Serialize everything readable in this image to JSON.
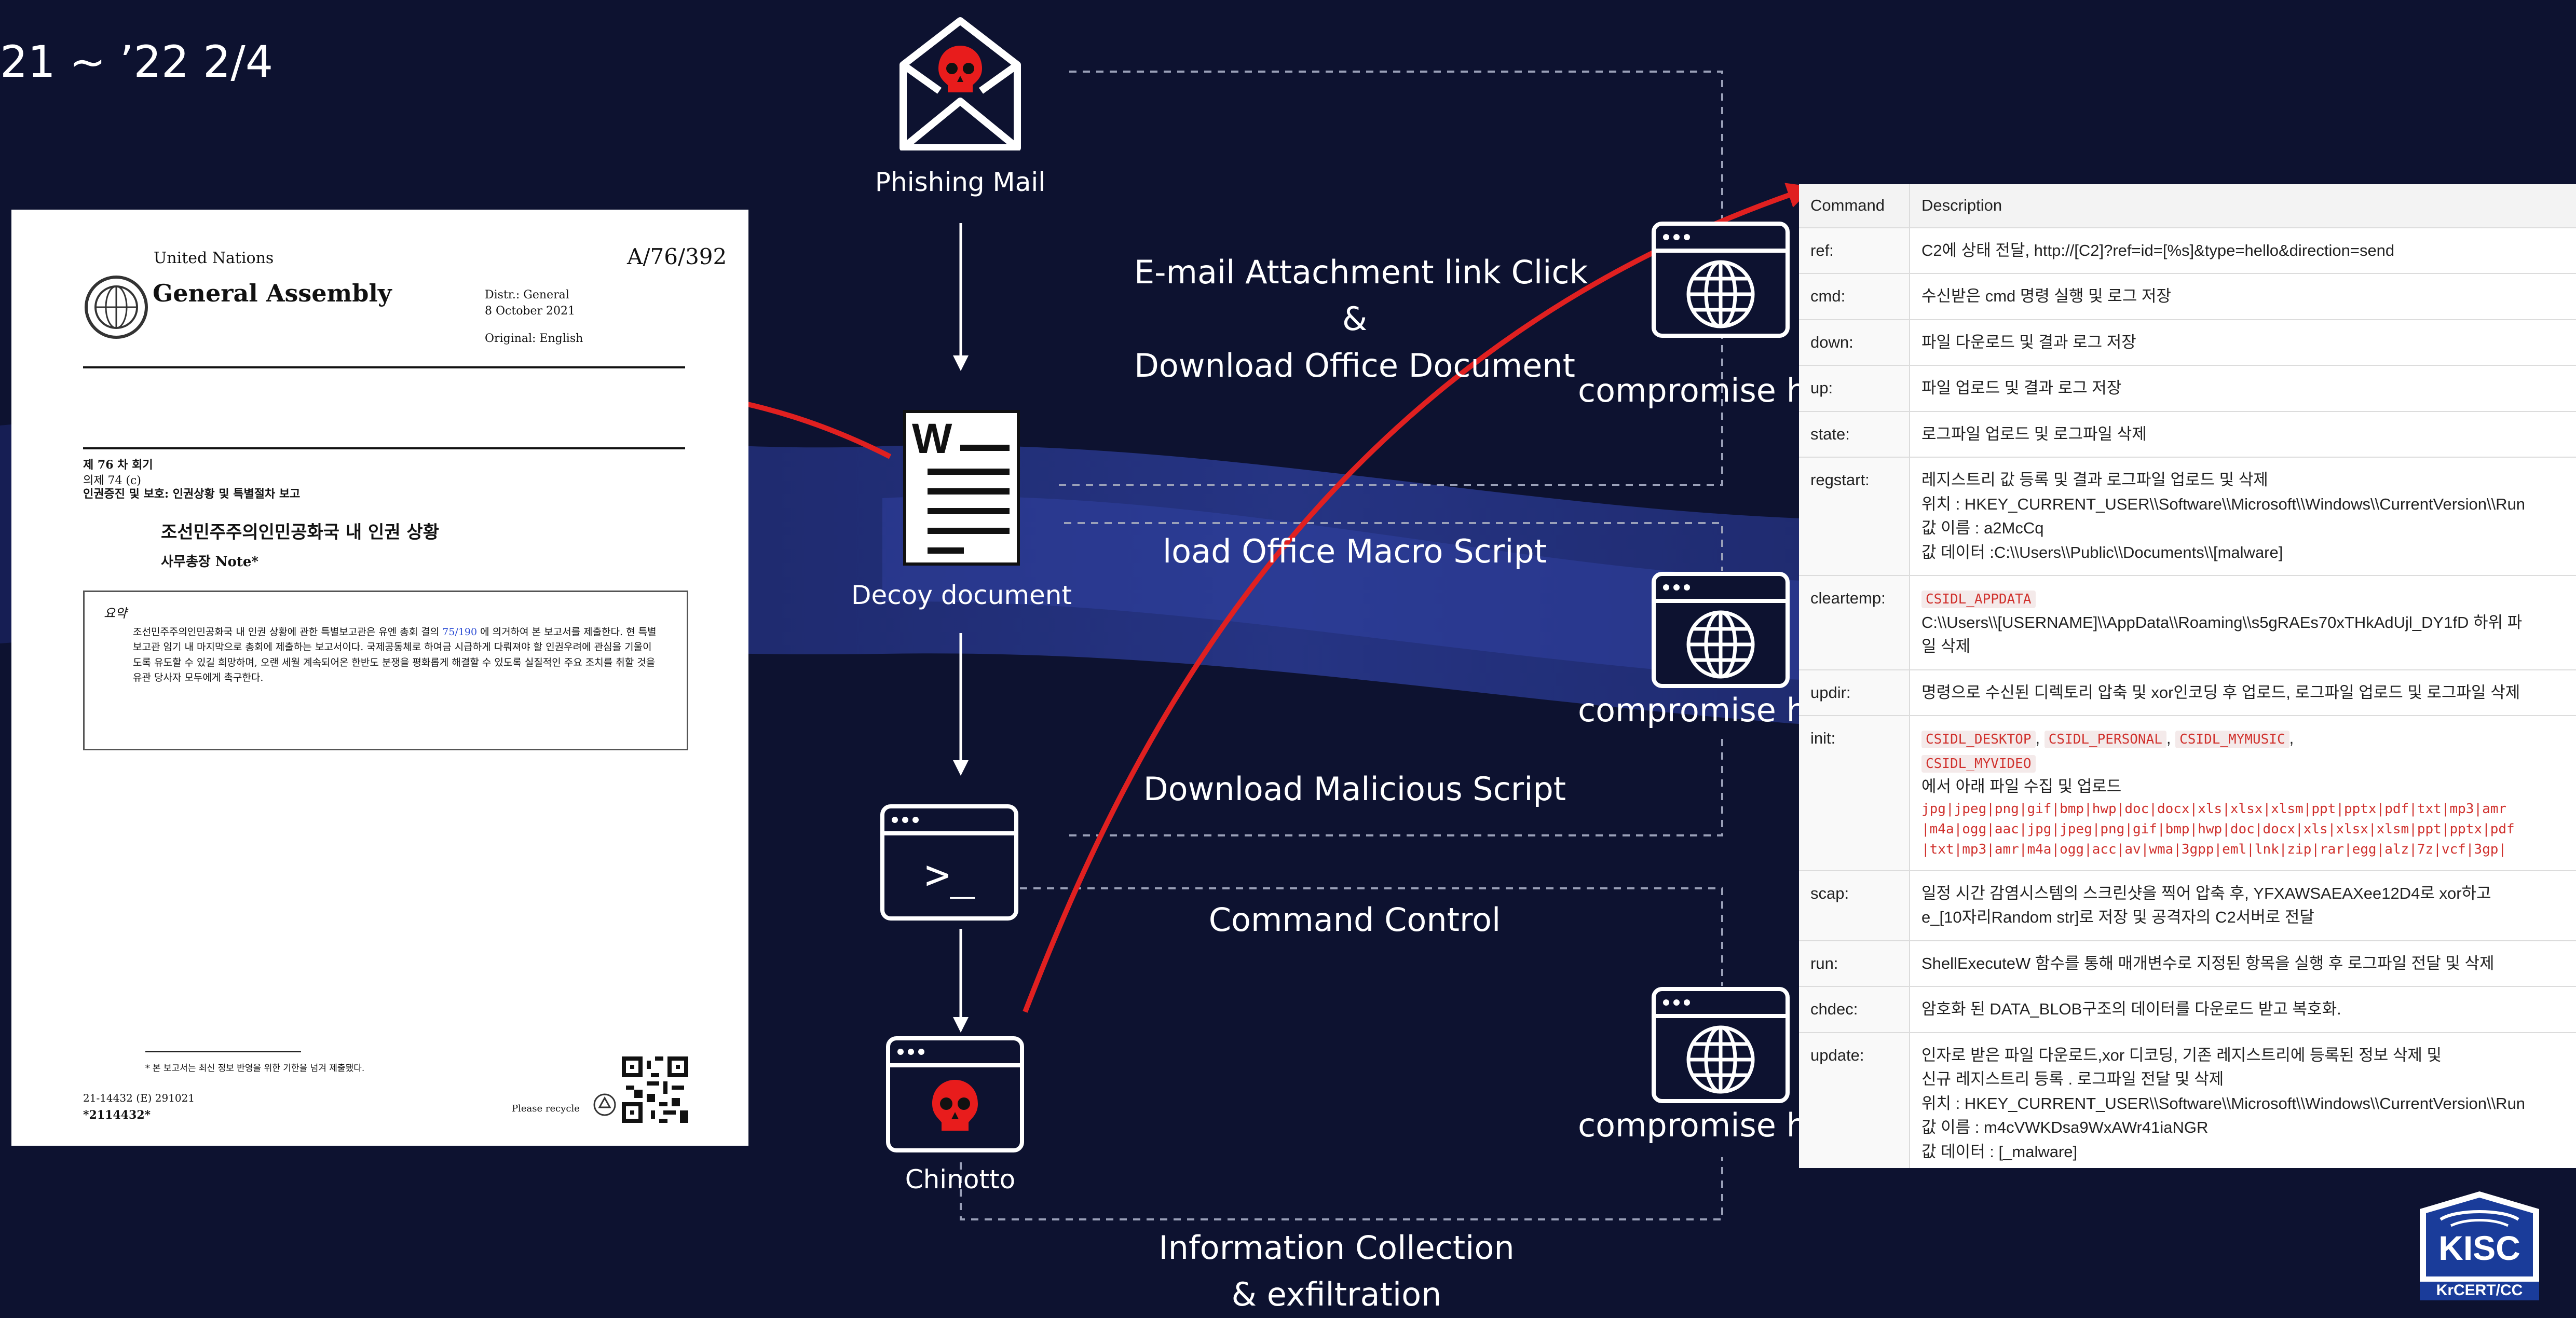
{
  "header": {
    "date_range": "21 ~ ’22 2/4"
  },
  "document": {
    "org": "United Nations",
    "symbol": "A/76/392",
    "body": "General Assembly",
    "distr": "Distr.: General",
    "date": "8 October 2021",
    "original": "Original: English",
    "session": "제 76 차 회기",
    "item": "의제 74 (c)",
    "agenda": "인권증진 및 보호: 인권상황 및 특별절차 보고",
    "title": "조선민주주의인민공화국 내 인권 상황",
    "note": "사무총장 Note*",
    "summary_label": "요약",
    "summary_pre": "조선민주주의인민공화국 내 인권 상황에 관한 특별보고관은 유엔 총회 결의",
    "summary_ref": "75/190",
    "summary_post": "에 의거하여 본 보고서를 제출한다. 현 특별보고관 임기 내 마지막으로 총회에 제출하는 보고서이다. 국제공동체로 하여금 시급하게 다뤄져야 할 인권우려에 관심을 기울이도록 유도할 수 있길 희망하며, 오랜 세월 계속되어온 한반도 분쟁을 평화롭게 해결할 수 있도록 실질적인 주요 조치를 취할 것을 유관 당사자 모두에게 촉구한다.",
    "footnote": "* 본 보고서는 최신 정보 반영을 위한 기한을 넘겨 제출됐다.",
    "doc_number": "21-14432 (E)    291021",
    "barcode_id": "*2114432*",
    "recycle": "Please recycle"
  },
  "nodes": {
    "phishing": "Phishing Mail",
    "decoy": "Decoy document",
    "chinotto": "Chinotto"
  },
  "flows": {
    "attach_line1": "E-mail Attachment link Click",
    "attach_line2": "&",
    "attach_line3": "Download Office Document",
    "macro": "load Office Macro Script",
    "malicious": "Download Malicious Script",
    "command": "Command Control",
    "info_line1": "Information Collection",
    "info_line2": "& exfiltration"
  },
  "hosts": {
    "host1": "compromise ho",
    "host2": "compromise ho",
    "host3": "compromise ho"
  },
  "table": {
    "col_command": "Command",
    "col_description": "Description",
    "rows": [
      {
        "cmd": "ref:",
        "lines": [
          "C2에 상태 전달, http://[C2]?ref=id=[%s]&type=hello&direction=send"
        ]
      },
      {
        "cmd": "cmd:",
        "lines": [
          "수신받은 cmd 명령 실행 및 로그 저장"
        ]
      },
      {
        "cmd": "down:",
        "lines": [
          "파일 다운로드 및 결과 로그 저장"
        ]
      },
      {
        "cmd": "up:",
        "lines": [
          "파일 업로드 및  결과 로그 저장"
        ]
      },
      {
        "cmd": "state:",
        "lines": [
          "로그파일 업로드 및 로그파일 삭제"
        ]
      },
      {
        "cmd": "regstart:",
        "lines": [
          "레지스트리 값 등록 및 결과 로그파일 업로드 및 삭제",
          "위치 : HKEY_CURRENT_USER\\\\Software\\\\Microsoft\\\\Windows\\\\CurrentVersion\\\\Run",
          "값 이름 : a2McCq",
          "값 데이터 :C:\\\\Users\\\\Public\\\\Documents\\\\[malware]"
        ]
      },
      {
        "cmd": "cleartemp:",
        "code1": "CSIDL_APPDATA",
        "lines": [
          "C:\\\\Users\\\\[USERNAME]\\\\AppData\\\\Roaming\\\\s5gRAEs70xTHkAdUjl_DY1fD 하위 파",
          "일 삭제"
        ]
      },
      {
        "cmd": "updir:",
        "lines": [
          "명령으로 수신된 디렉토리 압축 및 xor인코딩 후 업로드, 로그파일 업로드 및 로그파일 삭제"
        ]
      },
      {
        "cmd": "init:",
        "code_a": "CSIDL_DESKTOP",
        "code_b": "CSIDL_PERSONAL",
        "code_c": "CSIDL_MYMUSIC",
        "code_d": "CSIDL_MYVIDEO",
        "desc": "에서 아래 파일 수집 및 업로드",
        "ext1": "jpg|jpeg|png|gif|bmp|hwp|doc|docx|xls|xlsx|xlsm|ppt|pptx|pdf|txt|mp3|amr",
        "ext2": "|m4a|ogg|aac|jpg|jpeg|png|gif|bmp|hwp|doc|docx|xls|xlsx|xlsm|ppt|pptx|pdf",
        "ext3": "|txt|mp3|amr|m4a|ogg|acc|av|wma|3gpp|eml|lnk|zip|rar|egg|alz|7z|vcf|3gp|"
      },
      {
        "cmd": "scap:",
        "lines": [
          "일정 시간 감염시스템의 스크린샷을 찍어 압축 후, YFXAWSAEAXee12D4로 xor하고",
          "e_[10자리Random str]로 저장 및 공격자의 C2서버로 전달"
        ]
      },
      {
        "cmd": "run:",
        "lines": [
          "ShellExecuteW 함수를 통해 매개변수로 지정된 항목을 실행 후 로그파일 전달 및 삭제"
        ]
      },
      {
        "cmd": "chdec:",
        "lines": [
          "암호화 된 DATA_BLOB구조의 데이터를 다운로드 받고 복호화."
        ]
      },
      {
        "cmd": "update:",
        "lines": [
          "인자로 받은 파일 다운로드,xor 디코딩, 기존 레지스트리에 등록된 정보 삭제 및",
          "신규 레지스트리 등록 . 로그파일 전달 및 삭제",
          "위치 : HKEY_CURRENT_USER\\\\Software\\\\Microsoft\\\\Windows\\\\CurrentVersion\\\\Run",
          "값 이름 : m4cVWKDsa9WxAWr41iaNGR",
          "값 데이터 : [_malware]"
        ]
      }
    ]
  },
  "logo": {
    "text_main": "KISC",
    "text_sub": "KrCERT/CC"
  },
  "colors": {
    "background": "#0d1230",
    "wave": "#1d2a6b",
    "arrow_red": "#e02020",
    "skull_red": "#e81c1c",
    "dashed": "#9aa0b8"
  }
}
